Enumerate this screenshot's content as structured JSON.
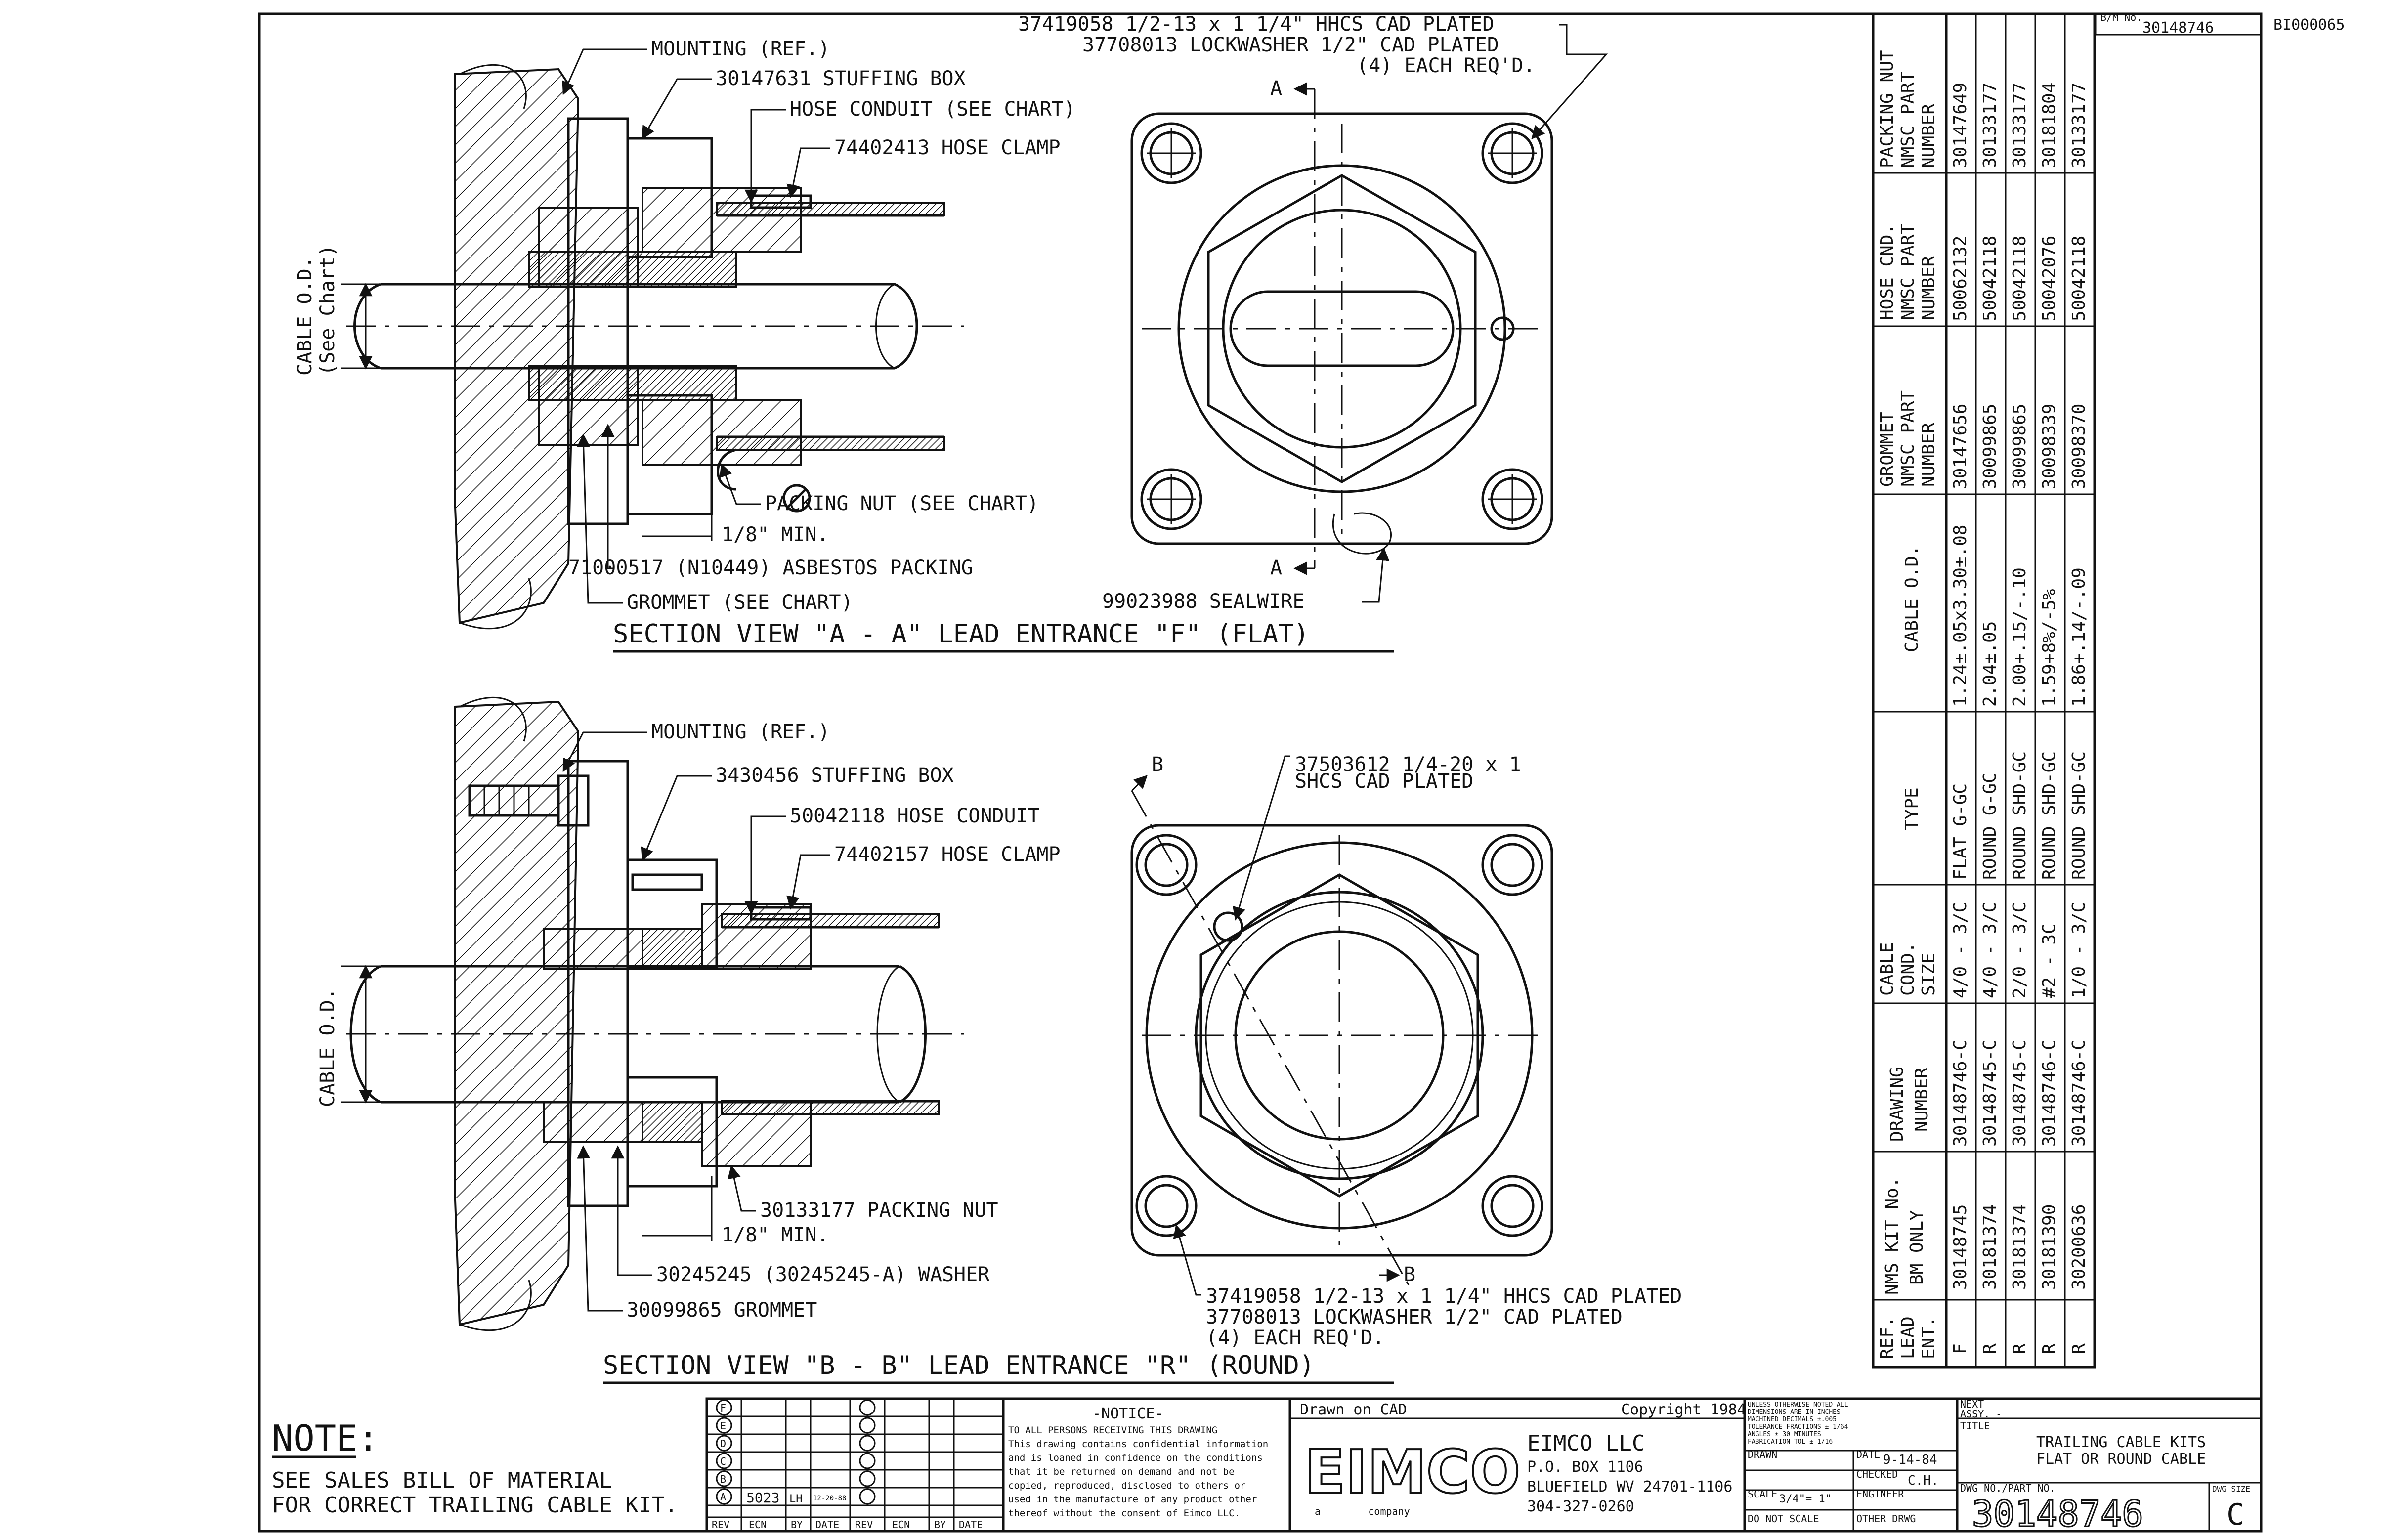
{
  "sheet": {
    "bm_label": "B/M No.",
    "bm_value": "30148746",
    "doc_code": "BI000065"
  },
  "section_a": {
    "title": "SECTION VIEW \"A - A\"  LEAD ENTRANCE \"F\" (FLAT)",
    "callouts": {
      "mounting": "MOUNTING (REF.)",
      "stuffing_box": "30147631 STUFFING BOX",
      "hose_conduit": "HOSE CONDUIT (SEE CHART)",
      "hose_clamp": "74402413 HOSE CLAMP",
      "cable_od": "CABLE O.D.",
      "see_chart": "(See Chart)",
      "packing_nut": "PACKING NUT (SEE CHART)",
      "min_gap": "1/8\" MIN.",
      "asbestos": "71000517 (N10449) ASBESTOS PACKING",
      "grommet": "GROMMET (SEE CHART)",
      "bolt_1": "37419058 1/2-13 x 1 1/4\" HHCS CAD PLATED",
      "bolt_2": "37708013 LOCKWASHER 1/2\" CAD PLATED",
      "bolt_3": "(4) EACH REQ'D.",
      "sealwire": "99023988 SEALWIRE",
      "cut_top": "A",
      "cut_bottom": "A"
    }
  },
  "section_b": {
    "title": "SECTION VIEW \"B - B\"  LEAD ENTRANCE \"R\" (ROUND)",
    "callouts": {
      "mounting": "MOUNTING (REF.)",
      "stuffing_box": "3430456 STUFFING BOX",
      "hose_conduit": "50042118 HOSE CONDUIT",
      "hose_clamp": "74402157 HOSE CLAMP",
      "cable_od": "CABLE O.D.",
      "packing_nut": "30133177 PACKING NUT",
      "min_gap": "1/8\" MIN.",
      "washer": "30245245 (30245245-A) WASHER",
      "grommet": "30099865 GROMMET",
      "screw_1": "37503612 1/4-20 x 1",
      "screw_2": "SHCS CAD PLATED",
      "bolt_1": "37419058 1/2-13 x 1 1/4\" HHCS CAD PLATED",
      "bolt_2": "37708013 LOCKWASHER 1/2\" CAD PLATED",
      "bolt_3": "(4) EACH REQ'D.",
      "cut_top": "B",
      "cut_bottom": "B"
    }
  },
  "chart": {
    "headers": [
      [
        "REF.",
        "LEAD",
        "ENT."
      ],
      [
        "NMS KIT No.",
        "BM ONLY"
      ],
      [
        "DRAWING",
        "NUMBER"
      ],
      [
        "CABLE",
        "COND.",
        "SIZE"
      ],
      [
        "TYPE"
      ],
      [
        "CABLE O.D."
      ],
      [
        "GROMMET",
        "NMSC PART",
        "NUMBER"
      ],
      [
        "HOSE CND.",
        "NMSC PART",
        "NUMBER"
      ],
      [
        "PACKING NUT",
        "NMSC PART",
        "NUMBER"
      ]
    ],
    "rows": [
      [
        "F",
        "30148745",
        "30148746-C",
        "4/0 - 3/C",
        "FLAT G-GC",
        "1.24±.05x3.30±.08",
        "30147656",
        "50062132",
        "30147649"
      ],
      [
        "R",
        "30181374",
        "30148745-C",
        "4/0 - 3/C",
        "ROUND G-GC",
        "2.04±.05",
        "30099865",
        "50042118",
        "30133177"
      ],
      [
        "R",
        "30181374",
        "30148745-C",
        "2/0 - 3/C",
        "ROUND SHD-GC",
        "2.00+.15/-.10",
        "30099865",
        "50042118",
        "30133177"
      ],
      [
        "R",
        "30181390",
        "30148746-C",
        "#2 - 3C",
        "ROUND SHD-GC",
        "1.59+8%/-5%",
        "30098339",
        "50042076",
        "30181804"
      ],
      [
        "R",
        "30200636",
        "30148746-C",
        "1/0 - 3/C",
        "ROUND SHD-GC",
        "1.86+.14/-.09",
        "30098370",
        "50042118",
        "30133177"
      ]
    ]
  },
  "note": {
    "heading": "NOTE:",
    "line1": "SEE SALES BILL OF MATERIAL",
    "line2": "FOR CORRECT TRAILING CABLE KIT."
  },
  "revisions": {
    "letters": [
      "F",
      "E",
      "D",
      "C",
      "B",
      "A"
    ],
    "headers": [
      "REV",
      "ECN",
      "BY",
      "DATE",
      "REV",
      "ECN",
      "BY",
      "DATE"
    ],
    "row_a": [
      "A",
      "5023",
      "LH",
      "12-20-88"
    ]
  },
  "notice": {
    "heading": "-NOTICE-",
    "lines": [
      "TO ALL PERSONS RECEIVING THIS DRAWING",
      "This drawing contains confidential information",
      "and is loaned in confidence on the conditions",
      "that it be returned on demand and not be",
      "copied, reproduced, disclosed to others or",
      "used in the manufacture of any product other",
      "thereof without the consent of Eimco LLC."
    ]
  },
  "company": {
    "drawn_label": "Drawn on CAD",
    "copyright": "Copyright 1984",
    "logo": "EIMCO",
    "tagline": "a ______ company",
    "name": "EIMCO LLC",
    "addr1": "P.O. BOX 1106",
    "addr2": "BLUEFIELD WV 24701-1106",
    "phone": "304-327-0260"
  },
  "title_block": {
    "tol_lines": [
      "UNLESS OTHERWISE NOTED ALL",
      "DIMENSIONS ARE IN INCHES",
      "MACHINED   DECIMALS ±.005",
      "TOLERANCE  FRACTIONS ± 1/64",
      "           ANGLES ± 30 MINUTES",
      "FABRICATION TOL ± 1/16"
    ],
    "drawn_label": "DRAWN",
    "date_label": "DATE",
    "date_value": "9-14-84",
    "checked_label": "CHECKED",
    "checked_value": "C.H.",
    "scale_label": "SCALE",
    "scale_value": "3/4\"= 1\"",
    "engineer_label": "ENGINEER",
    "do_not_scale": "DO NOT SCALE",
    "other_label": "OTHER DRWG",
    "next_label": "NEXT",
    "next_value": "ASSY. -",
    "title_label": "TITLE",
    "title_line1": "TRAILING CABLE KITS",
    "title_line2": "FLAT OR ROUND CABLE",
    "dwg_label": "DWG NO./PART NO.",
    "dwg_value": "30148746",
    "size_label": "DWG SIZE",
    "size_value": "C"
  }
}
